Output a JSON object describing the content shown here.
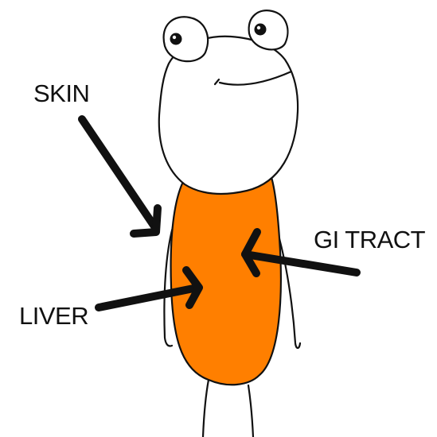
{
  "labels": {
    "skin": "SKIN",
    "gi_tract": "GI TRACT",
    "liver": "LIVER"
  },
  "colors": {
    "torso_fill": "#ff7f00",
    "outline": "#111111",
    "background": "#ffffff"
  },
  "icons": {
    "skin_arrow": "arrow-pointing-down-right",
    "gi_arrow": "arrow-pointing-left",
    "liver_arrow": "arrow-pointing-right"
  }
}
